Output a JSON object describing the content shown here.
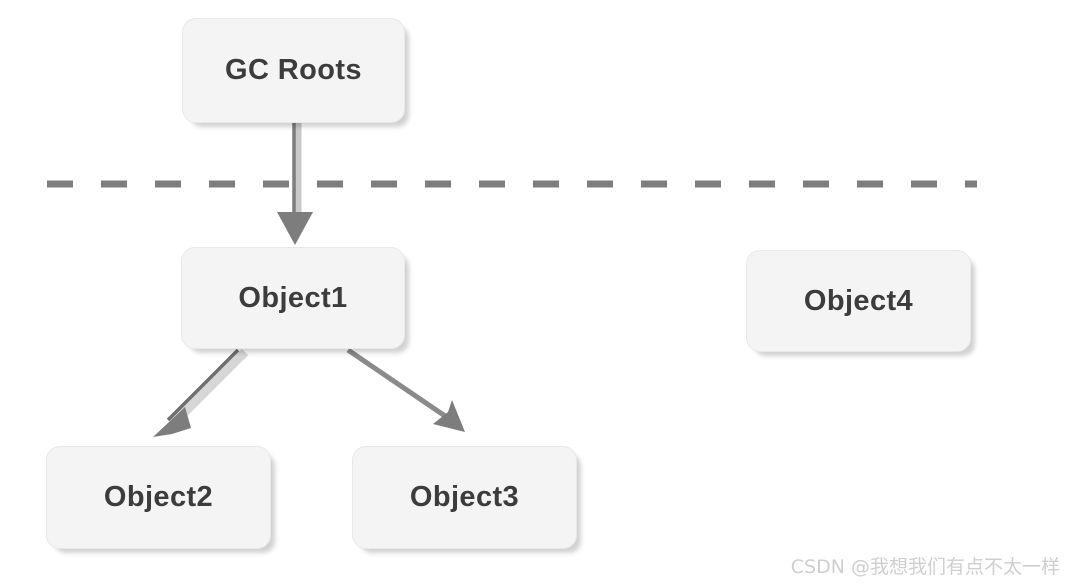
{
  "diagram": {
    "title": "GC Roots reachability diagram",
    "background_color": "#ffffff",
    "node_fill_color": "#f4f4f4",
    "node_text_color": "#3c3c3c",
    "edge_color": "#808080",
    "divider_color": "#808080",
    "nodes": [
      {
        "id": "gcroots",
        "label": "GC Roots"
      },
      {
        "id": "object1",
        "label": "Object1"
      },
      {
        "id": "object2",
        "label": "Object2"
      },
      {
        "id": "object3",
        "label": "Object3"
      },
      {
        "id": "object4",
        "label": "Object4"
      }
    ],
    "edges": [
      {
        "from": "gcroots",
        "to": "object1",
        "style": "solid-arrow"
      },
      {
        "from": "object1",
        "to": "object2",
        "style": "double-line-arrow"
      },
      {
        "from": "object1",
        "to": "object3",
        "style": "solid-arrow"
      }
    ],
    "divider": {
      "style": "dashed",
      "orientation": "horizontal"
    }
  },
  "watermark": {
    "text": "CSDN @我想我们有点不太一样"
  }
}
